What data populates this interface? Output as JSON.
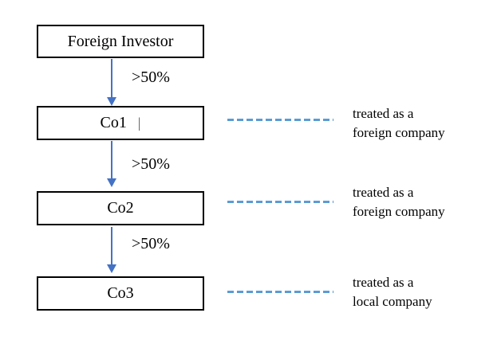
{
  "diagram": {
    "boxes": [
      {
        "label": "Foreign Investor"
      },
      {
        "label": "Co1",
        "cursor": "|"
      },
      {
        "label": "Co2"
      },
      {
        "label": "Co3"
      }
    ],
    "arrows": [
      {
        "label": ">50%"
      },
      {
        "label": ">50%"
      },
      {
        "label": ">50%"
      }
    ],
    "annotations": [
      {
        "line1": "treated as a",
        "line2": "foreign company"
      },
      {
        "line1": "treated as a",
        "line2": "foreign company"
      },
      {
        "line1": "treated as a",
        "line2": "local company"
      }
    ],
    "colors": {
      "arrow": "#4472C4",
      "dash": "#5B9BD5",
      "box_border": "#000000",
      "text": "#000000"
    }
  }
}
